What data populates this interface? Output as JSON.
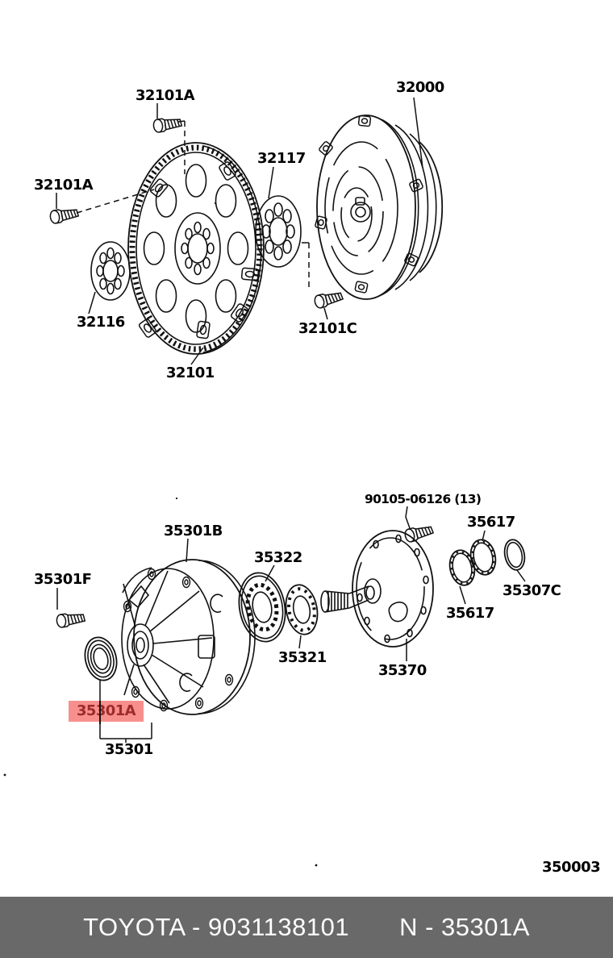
{
  "diagram": {
    "figure_code": "350003",
    "labels": [
      {
        "part": "32101A"
      },
      {
        "part": "32101A"
      },
      {
        "part": "32117"
      },
      {
        "part": "32000"
      },
      {
        "part": "32116"
      },
      {
        "part": "32101C"
      },
      {
        "part": "32101"
      },
      {
        "part": "35301B"
      },
      {
        "part": "90105-06126 (13)"
      },
      {
        "part": "35322"
      },
      {
        "part": "35617"
      },
      {
        "part": "35301F"
      },
      {
        "part": "35307C"
      },
      {
        "part": "35617"
      },
      {
        "part": "35321"
      },
      {
        "part": "35370"
      },
      {
        "part": "35301"
      }
    ],
    "highlight": {
      "part": "35301A",
      "background": "#f7908c",
      "text_color": "#9e2b2b"
    }
  },
  "footer": {
    "left_text": "TOYOTA - 9031138101",
    "right_text": "N - 35301A",
    "bar_color": "#696969",
    "text_color": "#ffffff"
  }
}
